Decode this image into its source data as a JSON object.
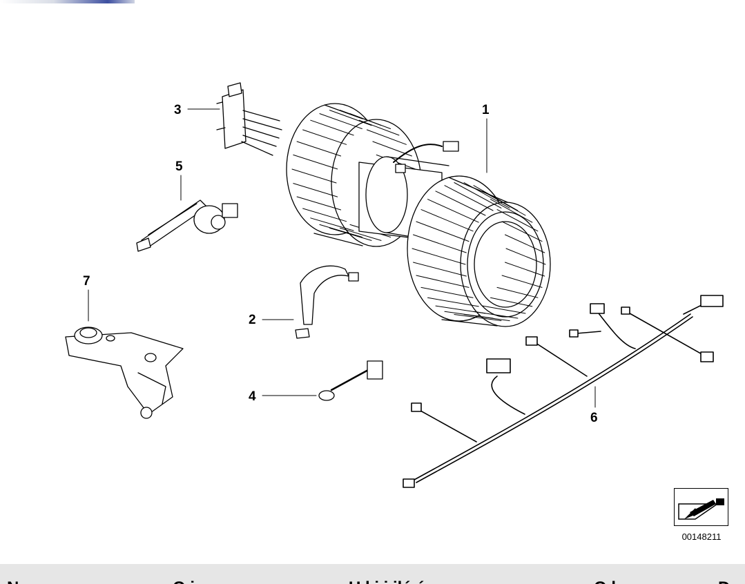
{
  "callouts": {
    "c1": "1",
    "c2": "2",
    "c3": "3",
    "c4": "4",
    "c5": "5",
    "c6": "6",
    "c7": "7"
  },
  "reference_number": "00148211",
  "table_header": {
    "col1": "N",
    "col2": "O i",
    "col3": "U    l i   i  ilé é",
    "col4": "O l",
    "col5": "D"
  },
  "icons": [
    "arrow-sign-icon"
  ],
  "colors": {
    "line": "#000000",
    "header_bg": "#e6e6e6",
    "logo_blue": "#3d4fa0"
  }
}
